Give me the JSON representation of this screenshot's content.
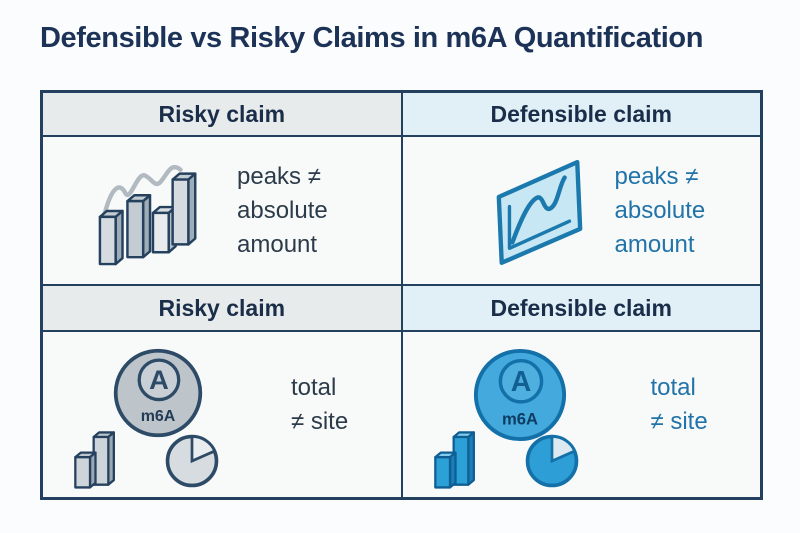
{
  "title": "Defensible vs Risky Claims in m6A Quantification",
  "table": {
    "sections": [
      {
        "risky": {
          "header": "Risky claim",
          "text": "peaks ≠\nabsolute\namount"
        },
        "defensible": {
          "header": "Defensible claim",
          "text": "peaks ≠\nabsolute\namount"
        }
      },
      {
        "risky": {
          "header": "Risky claim",
          "text": "total\n≠ site"
        },
        "defensible": {
          "header": "Defensible claim",
          "text": "total\n≠ site"
        }
      }
    ],
    "badge": {
      "letter": "A",
      "label": "m6A"
    }
  },
  "colors": {
    "title_navy": "#1c3357",
    "table_border": "#23405f",
    "risky_header_bg": "#e8ebec",
    "defensible_header_bg": "#e1eff7",
    "risky_text": "#2c3b4a",
    "defensible_text": "#2173a9",
    "gray_icon_outline": "#2d4a66",
    "gray_icon_fill": "#bdc5cb",
    "blue_icon_outline": "#1470a8",
    "blue_icon_fill": "#44a9dc",
    "panel_blue_stroke": "#1b79ae",
    "panel_blue_fill": "#c6e7f3",
    "trend_line_gray": "#b2bac1"
  }
}
